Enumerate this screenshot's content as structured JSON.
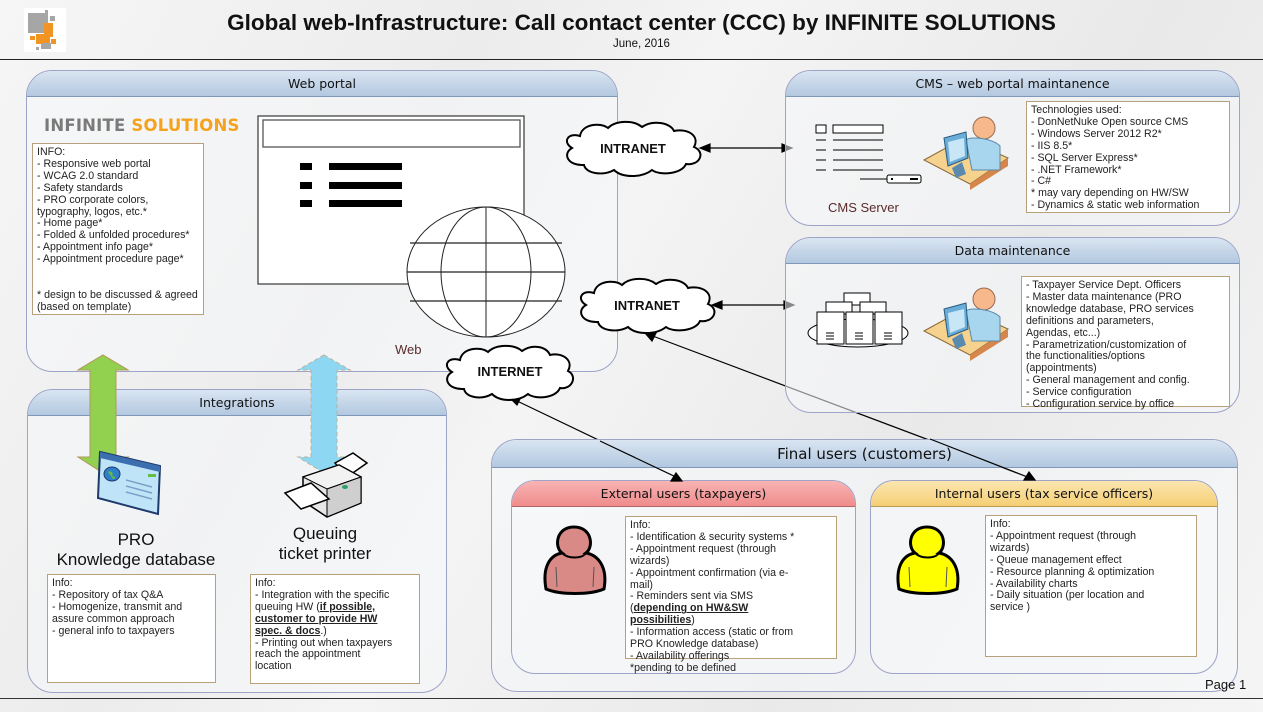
{
  "header": {
    "title": "Global web-Infrastructure: Call contact center (CCC) by INFINITE SOLUTIONS",
    "subtitle": "June, 2016",
    "logo_icon": "company-logo-squares"
  },
  "footer": {
    "page": "Page 1"
  },
  "colors": {
    "panel_header": "#c5d6ea",
    "external_header": "#f29a9a",
    "internal_header": "#f7d98a",
    "brand_orange": "#f5a21e",
    "brand_gray": "#7a7a7a",
    "arrow_green": "#92d050",
    "arrow_blue": "#8dd7f3",
    "person_external": "#d98a86",
    "person_internal": "#ffff00"
  },
  "web_portal": {
    "title": "Web portal",
    "brand_part1": "INFINITE",
    "brand_part2": "SOLUTIONS",
    "web_caption": "Web",
    "info": [
      "INFO:",
      "- Responsive web portal",
      "- WCAG 2.0 standard",
      "- Safety standards",
      "- PRO corporate colors,",
      "typography, logos, etc.*",
      "- Home page*",
      "- Folded & unfolded procedures*",
      "- Appointment info page*",
      "- Appointment procedure page*",
      "",
      "",
      "* design to be discussed & agreed",
      "(based on template)"
    ]
  },
  "networks": {
    "intranet_1": "INTRANET",
    "intranet_2": "INTRANET",
    "internet": "INTERNET"
  },
  "cms": {
    "title": "CMS – web portal maintanence",
    "server_caption": "CMS Server",
    "info": [
      "Technologies used:",
      "- DonNetNuke Open source CMS",
      "- Windows Server 2012 R2*",
      "- IIS 8.5*",
      "- SQL Server Express*",
      "- .NET Framework*",
      "- C#",
      "* may vary depending on HW/SW",
      "- Dynamics & static web information"
    ]
  },
  "data_maintenance": {
    "title": "Data maintenance",
    "info": [
      "- Taxpayer Service Dept. Officers",
      "- Master data maintenance (PRO",
      "knowledge database, PRO services",
      "definitions and parameters,",
      "Agendas, etc...)",
      "- Parametrization/customization of",
      "the functionalities/options",
      "(appointments)",
      "- General management and config.",
      "- Service configuration",
      "- Configuration service by office"
    ]
  },
  "integrations": {
    "title": "Integrations",
    "knowledge_db": {
      "caption_line1": "PRO",
      "caption_line2": "Knowledge database",
      "info": [
        "Info:",
        "- Repository of tax Q&A",
        "- Homogenize, transmit and",
        "assure common approach",
        "- general info to taxpayers"
      ]
    },
    "printer": {
      "caption_line1": "Queuing",
      "caption_line2": "ticket printer",
      "info_l0": "Info:",
      "info_l1": "- Integration with the specific",
      "info_l2a": "queuing HW (",
      "info_l2b": "if possible,",
      "info_l3": "customer to provide HW",
      "info_l4a": "spec. & docs",
      "info_l4b": ".)",
      "info_l5": "- Printing out when taxpayers",
      "info_l6": "reach the appointment",
      "info_l7": "location"
    }
  },
  "final_users": {
    "title": "Final users (customers)",
    "external": {
      "title": "External users (taxpayers)",
      "l0": "Info:",
      "l1": "- Identification & security systems *",
      "l2": "- Appointment request (through",
      "l3": "wizards)",
      "l4": "- Appointment confirmation (via e-",
      "l5": "mail)",
      "l6": "- Reminders sent via SMS",
      "l7a": "(",
      "l7b": "depending on HW&SW",
      "l8a": "possibilities",
      "l8b": ")",
      "l9": "- Information access (static or from",
      "l10": "PRO Knowledge database)",
      "l11": "- Availability offerings",
      "l12": "*pending to be defined"
    },
    "internal": {
      "title": "Internal users (tax service officers)",
      "info": [
        "Info:",
        "- Appointment request (through",
        "wizards)",
        "- Queue management effect",
        "- Resource planning & optimization",
        "- Availability charts",
        "- Daily situation (per location and",
        "service )"
      ]
    }
  }
}
